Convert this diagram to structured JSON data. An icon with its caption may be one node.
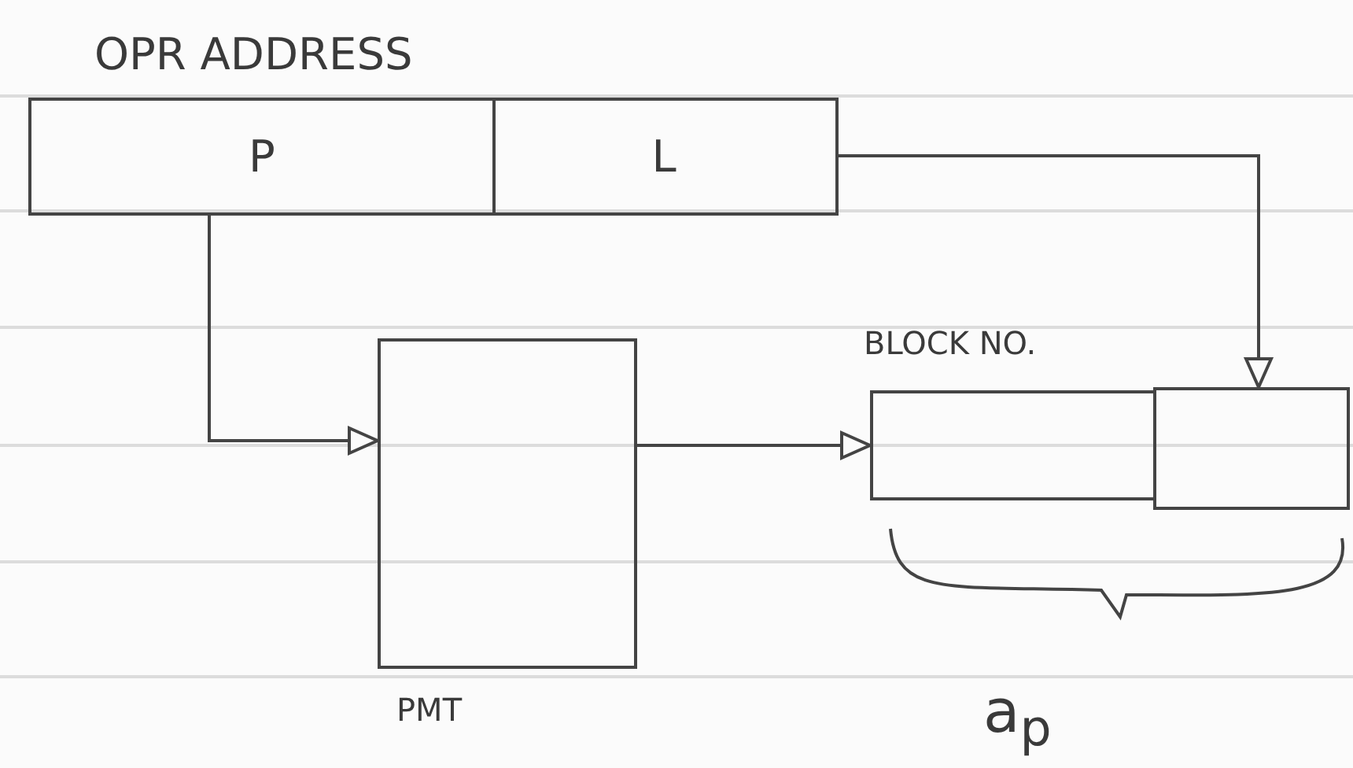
{
  "diagram": {
    "nodes": [
      {
        "text": [
          "P"
        ]
      },
      {
        "text": [
          "L"
        ]
      },
      {
        "text": [
          "PMT"
        ]
      },
      {
        "text": [
          "BLOCK NO."
        ]
      },
      {
        "text": [],
        "shape": "box"
      }
    ],
    "edges": [
      {
        "from": 0,
        "to": 2,
        "arrow": "to"
      },
      {
        "from": 2,
        "to": 3,
        "arrow": "to"
      },
      {
        "from": 1,
        "to": 4,
        "arrow": "to"
      }
    ],
    "labels": [
      "OPR ADDRESS",
      "a$_{p}$"
    ]
  }
}
